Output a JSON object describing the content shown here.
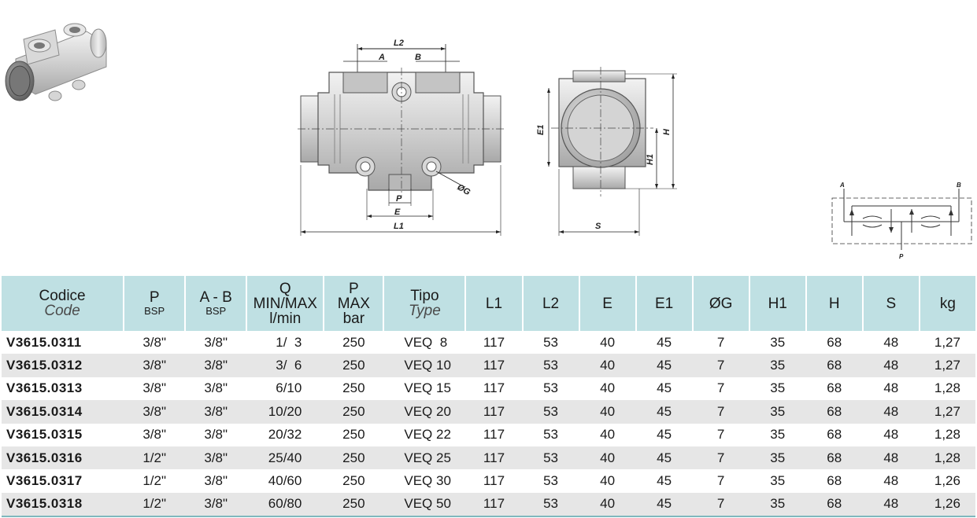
{
  "drawing_labels": {
    "l2": "L2",
    "a": "A",
    "b": "B",
    "p": "P",
    "e": "E",
    "l1": "L1",
    "g": "ØG",
    "e1": "E1",
    "h": "H",
    "h1": "H1",
    "s": "S",
    "schematic_a": "A",
    "schematic_b": "B",
    "schematic_p": "P"
  },
  "table": {
    "headers": [
      {
        "line1": "Codice",
        "line2": "Code",
        "line2_italic": true
      },
      {
        "line1": "P",
        "line2": "BSP"
      },
      {
        "line1": "A - B",
        "line2": "BSP"
      },
      {
        "line1": "Q",
        "line2": "MIN/MAX",
        "line3": "l/min"
      },
      {
        "line1": "P",
        "line2": "MAX",
        "line3": "bar"
      },
      {
        "line1": "Tipo",
        "line2": "Type",
        "line2_italic": true
      },
      {
        "line1": "L1"
      },
      {
        "line1": "L2"
      },
      {
        "line1": "E"
      },
      {
        "line1": "E1"
      },
      {
        "line1": "ØG"
      },
      {
        "line1": "H1"
      },
      {
        "line1": "H"
      },
      {
        "line1": "S"
      },
      {
        "line1": "kg"
      }
    ],
    "rows": [
      [
        "V3615.0311",
        "3/8\"",
        "3/8\"",
        "1/  3",
        "250",
        "VEQ  8",
        "117",
        "53",
        "40",
        "45",
        "7",
        "35",
        "68",
        "48",
        "1,27"
      ],
      [
        "V3615.0312",
        "3/8\"",
        "3/8\"",
        "3/  6",
        "250",
        "VEQ 10",
        "117",
        "53",
        "40",
        "45",
        "7",
        "35",
        "68",
        "48",
        "1,27"
      ],
      [
        "V3615.0313",
        "3/8\"",
        "3/8\"",
        "6/10",
        "250",
        "VEQ 15",
        "117",
        "53",
        "40",
        "45",
        "7",
        "35",
        "68",
        "48",
        "1,28"
      ],
      [
        "V3615.0314",
        "3/8\"",
        "3/8\"",
        "10/20",
        "250",
        "VEQ 20",
        "117",
        "53",
        "40",
        "45",
        "7",
        "35",
        "68",
        "48",
        "1,27"
      ],
      [
        "V3615.0315",
        "3/8\"",
        "3/8\"",
        "20/32",
        "250",
        "VEQ 22",
        "117",
        "53",
        "40",
        "45",
        "7",
        "35",
        "68",
        "48",
        "1,28"
      ],
      [
        "V3615.0316",
        "1/2\"",
        "3/8\"",
        "25/40",
        "250",
        "VEQ 25",
        "117",
        "53",
        "40",
        "45",
        "7",
        "35",
        "68",
        "48",
        "1,28"
      ],
      [
        "V3615.0317",
        "1/2\"",
        "3/8\"",
        "40/60",
        "250",
        "VEQ 30",
        "117",
        "53",
        "40",
        "45",
        "7",
        "35",
        "68",
        "48",
        "1,26"
      ],
      [
        "V3615.0318",
        "1/2\"",
        "3/8\"",
        "60/80",
        "250",
        "VEQ 50",
        "117",
        "53",
        "40",
        "45",
        "7",
        "35",
        "68",
        "48",
        "1,26"
      ]
    ]
  }
}
